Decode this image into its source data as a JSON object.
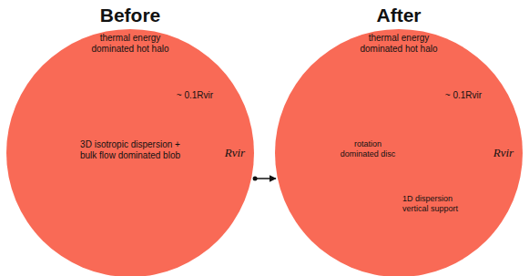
{
  "diagram": {
    "nodes": [
      {
        "text": [
          "Before",
          "thermal energy dominated hot halo"
        ]
      },
      {
        "text": [
          "~ 0.1Rvir",
          "3D isotropic dispersion + bulk flow dominated blob"
        ],
        "in": 0
      },
      {
        "text": [
          "After",
          "thermal energy dominated hot halo"
        ]
      },
      {
        "text": [
          "~ 0.1Rvir"
        ],
        "in": 2
      },
      {
        "text": [
          "rotation dominated disc",
          "1D dispersion vertical support"
        ],
        "in": 3
      }
    ],
    "edges": [
      {
        "from": 0,
        "to": 2,
        "arrow": "to"
      }
    ],
    "labels": [
      "Rvir",
      "Rvir"
    ]
  }
}
